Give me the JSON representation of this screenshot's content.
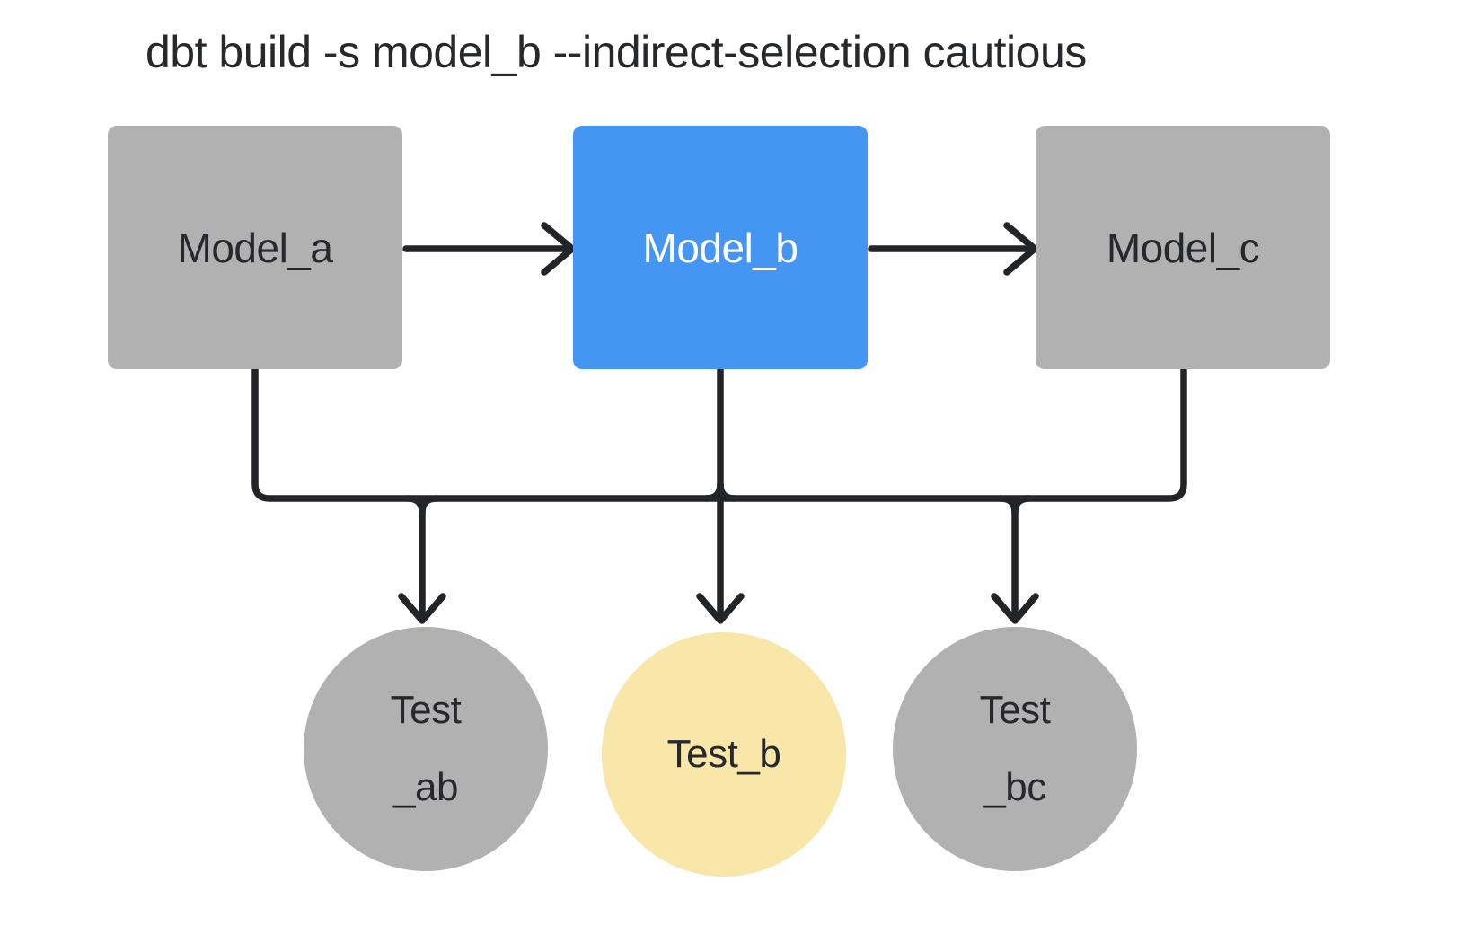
{
  "title": "dbt build -s model_b --indirect-selection cautious",
  "colors": {
    "background": "#ffffff",
    "selected_blue": "#4596f2",
    "excluded_gray": "#b1b1b1",
    "indirect_yellow": "#f8e7a9",
    "line_dark": "#222428",
    "text_dark": "#26282c",
    "text_on_blue": "#ffffff"
  },
  "models": [
    {
      "id": "model_a",
      "label": "Model_a",
      "state": "excluded"
    },
    {
      "id": "model_b",
      "label": "Model_b",
      "state": "selected"
    },
    {
      "id": "model_c",
      "label": "Model_c",
      "state": "excluded"
    }
  ],
  "tests": [
    {
      "id": "test_ab",
      "line1": "Test",
      "line2": "_ab",
      "state": "excluded"
    },
    {
      "id": "test_b",
      "line1": "Test_b",
      "line2": "",
      "state": "indirect"
    },
    {
      "id": "test_bc",
      "line1": "Test",
      "line2": "_bc",
      "state": "excluded"
    }
  ],
  "edges": [
    {
      "from": "model_a",
      "to": "model_b"
    },
    {
      "from": "model_b",
      "to": "model_c"
    },
    {
      "from": "model_a",
      "to": "test_ab"
    },
    {
      "from": "model_b",
      "to": "test_ab"
    },
    {
      "from": "model_b",
      "to": "test_b"
    },
    {
      "from": "model_b",
      "to": "test_bc"
    },
    {
      "from": "model_c",
      "to": "test_bc"
    }
  ]
}
